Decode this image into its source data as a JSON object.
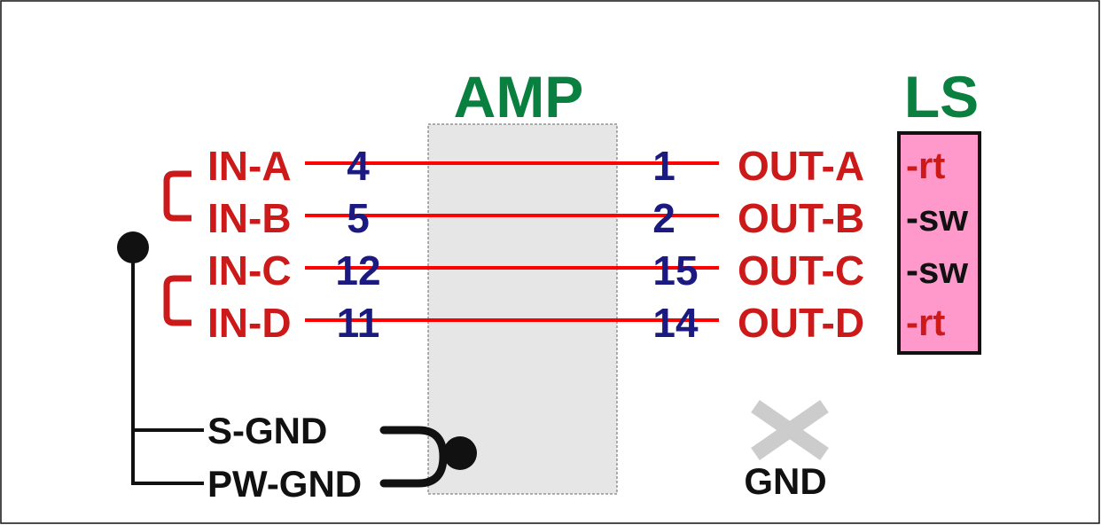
{
  "titles": {
    "amp": "AMP",
    "ls": "LS"
  },
  "inputs": [
    {
      "label": "IN-A",
      "pin": "4"
    },
    {
      "label": "IN-B",
      "pin": "5"
    },
    {
      "label": "IN-C",
      "pin": "12"
    },
    {
      "label": "IN-D",
      "pin": "11"
    }
  ],
  "outputs": [
    {
      "label": "OUT-A",
      "pin": "1"
    },
    {
      "label": "OUT-B",
      "pin": "2"
    },
    {
      "label": "OUT-C",
      "pin": "15"
    },
    {
      "label": "OUT-D",
      "pin": "14"
    }
  ],
  "speaker": [
    "-rt",
    "-sw",
    "-sw",
    "-rt"
  ],
  "grounds": {
    "signal": "S-GND",
    "power": "PW-GND",
    "output": "GND"
  },
  "colors": {
    "signal_red": "#cc1a1a",
    "wire_red": "#ff0000",
    "pin_blue": "#1a1a80",
    "title_green": "#0a8040",
    "ls_fill": "#ff99cc",
    "amp_fill": "#e6e6e6",
    "cross_gray": "#cccccc",
    "black": "#111111"
  }
}
